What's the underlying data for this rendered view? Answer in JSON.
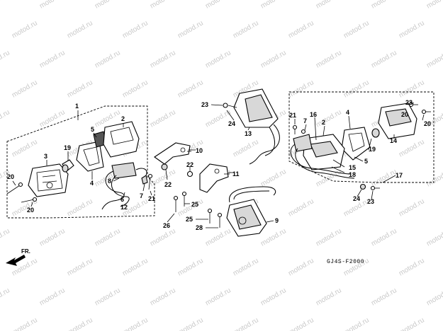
{
  "diagram_code": "GJ4S-F2000",
  "direction_label": "FR.",
  "watermark_text": "motod.ru",
  "callouts": {
    "c1": "1",
    "c2a": "2",
    "c3a": "3",
    "c4a": "4",
    "c5a": "5",
    "c8": "8",
    "c12": "12",
    "c6": "6",
    "c7a": "7",
    "c19a": "19",
    "c20a": "20",
    "c20b": "20",
    "c21a": "21",
    "c22a": "22",
    "c22b": "22",
    "c25a": "25",
    "c26a": "26",
    "c10": "10",
    "c11": "11",
    "c23a": "23",
    "c24a": "24",
    "c13": "13",
    "c25b": "25",
    "c28": "28",
    "c9": "9",
    "c21b": "21",
    "c7b": "7",
    "c16": "16",
    "c2b": "2",
    "c4b": "4",
    "c19b": "19",
    "c5b": "5",
    "c15": "15",
    "c18": "18",
    "c17": "17",
    "c14": "14",
    "c23b": "23",
    "c20c": "20",
    "c20d": "20",
    "c24b": "24",
    "c23c": "23"
  }
}
